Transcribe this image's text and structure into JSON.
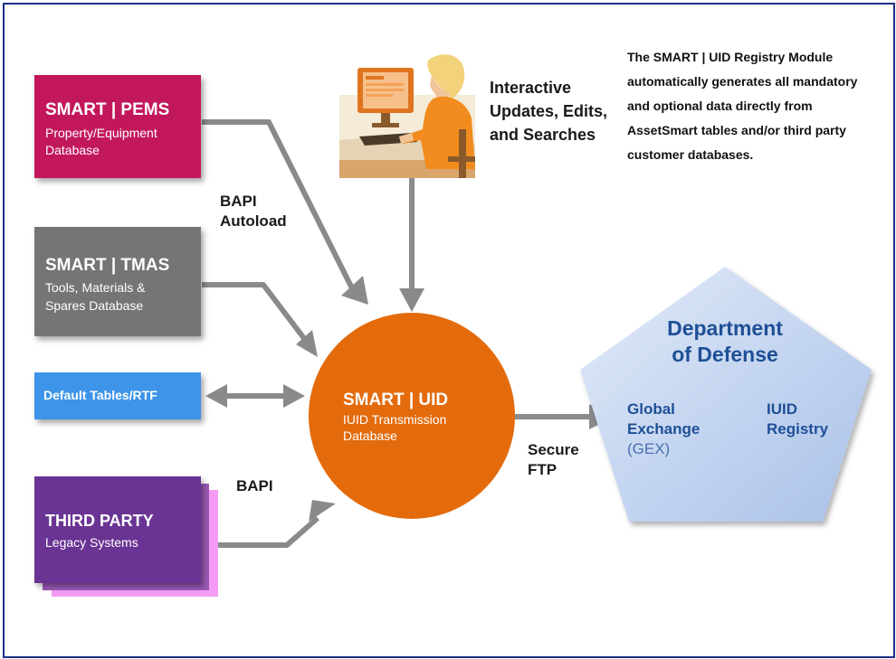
{
  "pems": {
    "title": "SMART | PEMS",
    "line1": "Property/Equipment",
    "line2": "Database"
  },
  "tmas": {
    "title": "SMART | TMAS",
    "line1": "Tools, Materials &",
    "line2": "Spares Database"
  },
  "default_tables": {
    "title": "Default Tables/RTF"
  },
  "third_party": {
    "title": "THIRD PARTY",
    "line1": "Legacy Systems"
  },
  "bapi_autoload": {
    "line1": "BAPI",
    "line2": "Autoload"
  },
  "bapi": "BAPI",
  "interactive": {
    "line1": "Interactive",
    "line2": "Updates, Edits,",
    "line3": "and Searches"
  },
  "description": {
    "line1": "The SMART | UID Registry Module",
    "line2": "automatically generates all mandatory",
    "line3": "and optional data directly from",
    "line4": "AssetSmart tables and/or third party",
    "line5": "customer databases."
  },
  "uid": {
    "title": "SMART | UID",
    "line1": "IUID Transmission",
    "line2": "Database"
  },
  "secure_ftp": {
    "line1": "Secure",
    "line2": "FTP"
  },
  "dod": {
    "title_line1": "Department",
    "title_line2": "of Defense",
    "gex_line1": "Global",
    "gex_line2": "Exchange",
    "gex_line3": "(GEX)",
    "iuid_line1": "IUID",
    "iuid_line2": "Registry"
  },
  "colors": {
    "pems": "#c2185b",
    "tmas": "#757575",
    "default_tables": "#3d94e8",
    "third_party": "#6a3494",
    "third_party_shadow": "#f59cf5",
    "uid_circle": "#e36b0c",
    "arrow": "#8a8a8a",
    "dod_fill": "#c9d9f2",
    "dod_text": "#1f4f96"
  }
}
